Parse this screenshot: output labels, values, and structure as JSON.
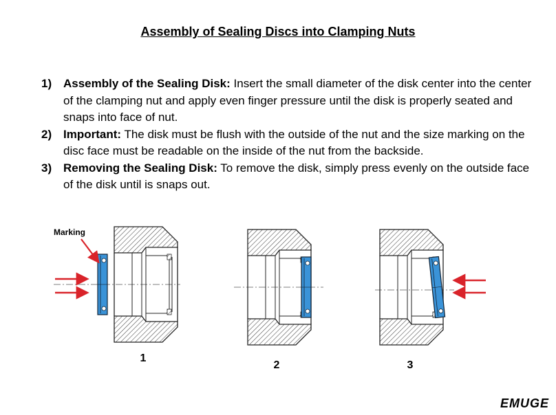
{
  "title": "Assembly of Sealing Discs into Clamping Nuts",
  "steps": [
    {
      "num": "1)",
      "lead": "Assembly of the Sealing Disk:",
      "text": " Insert the small diameter of the disk center into the center of the clamping nut and apply even finger pressure until the disk is properly seated and snaps into face of nut."
    },
    {
      "num": "2)",
      "lead": "Important:",
      "text": " The disk must be flush with the outside of the nut and the size marking on the disc face must be readable on the inside of the nut from the backside."
    },
    {
      "num": "3)",
      "lead": "Removing the Sealing Disk:",
      "text": " To remove the disk, simply press evenly on the outside face of the disk until is snaps out."
    }
  ],
  "figure": {
    "marking_label": "Marking",
    "panel_labels": [
      "1",
      "2",
      "3"
    ]
  },
  "logo": "EMUGE",
  "colors": {
    "disk_fill": "#3a93d8",
    "arrow": "#d9232a",
    "hatch": "#444444"
  }
}
